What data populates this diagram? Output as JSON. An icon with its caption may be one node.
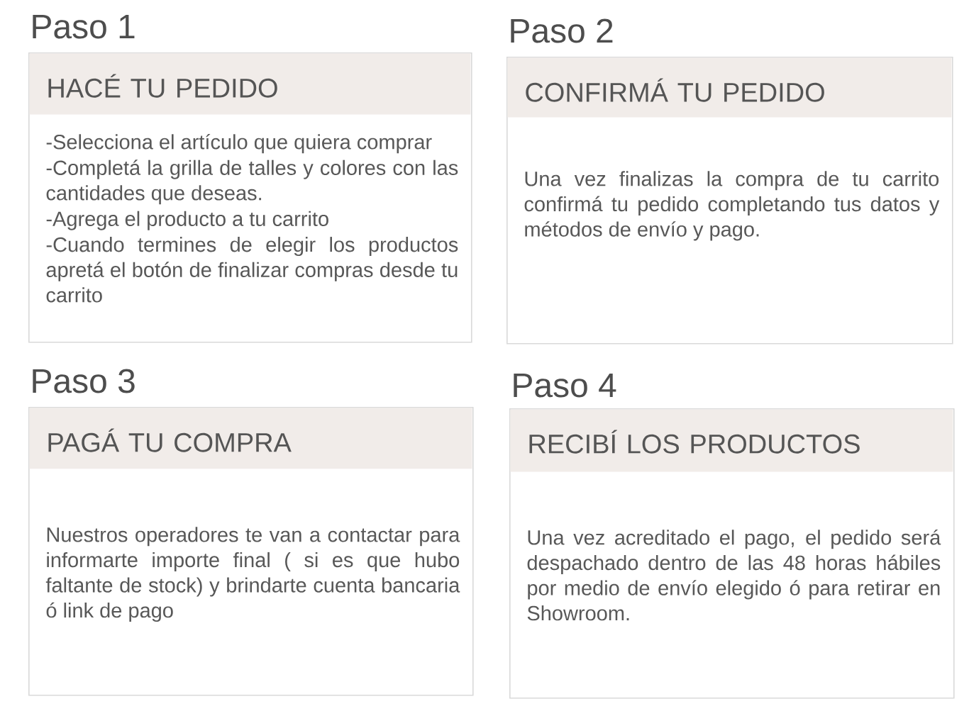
{
  "diagram": {
    "nodes": [
      {
        "text": [
          "Paso 1",
          "-Selecciona el artículo que quiera comprar",
          "-Completá la grilla de talles y colores con las cantidades que deseas.",
          "-Agrega el producto a tu carrito",
          "-Cuando termines de elegir los productos apretá el botón de finalizar compras desde tu carrito"
        ]
      },
      {
        "text": [
          "HACÉ TU PEDIDO"
        ],
        "in": 0
      },
      {
        "text": [
          "Paso 2",
          "Una vez finalizas la compra de tu carrito confirmá tu pedido completando tus datos y métodos de envío y pago."
        ]
      },
      {
        "text": [
          "CONFIRMÁ TU PEDIDO"
        ],
        "in": 2
      },
      {
        "text": [
          "Paso 3",
          "Nuestros operadores te van a contactar para informarte importe final ( si es que hubo faltante de stock) y brindarte cuenta bancaria ó link de pago"
        ]
      },
      {
        "text": [
          "PAGÁ TU COMPRA"
        ],
        "in": 4
      },
      {
        "text": [
          "Paso 4",
          "Una vez acreditado el pago, el pedido será despachado dentro de las 48 horas hábiles por medio de envío elegido ó para retirar en Showroom."
        ]
      },
      {
        "text": [
          "RECIBÍ LOS PRODUCTOS"
        ],
        "in": 6
      }
    ]
  }
}
